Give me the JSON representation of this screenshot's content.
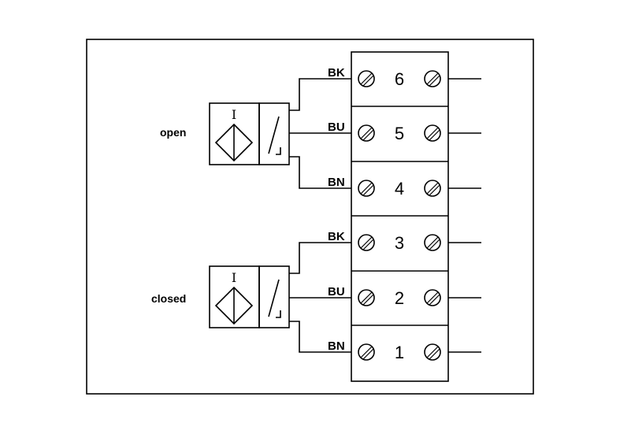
{
  "sensors": [
    {
      "id": "open",
      "label": "open",
      "wires": [
        "BK",
        "BU",
        "BN"
      ]
    },
    {
      "id": "closed",
      "label": "closed",
      "wires": [
        "BK",
        "BU",
        "BN"
      ]
    }
  ],
  "terminals": [
    "6",
    "5",
    "4",
    "3",
    "2",
    "1"
  ],
  "sensor_symbol_letter": "I",
  "icons": {
    "screw": "slotted-screw-icon",
    "proximity": "inductive-proximity-sensor-icon",
    "contact": "switch-contact-icon"
  },
  "colors": {
    "line": "#000000",
    "background": "#ffffff"
  }
}
